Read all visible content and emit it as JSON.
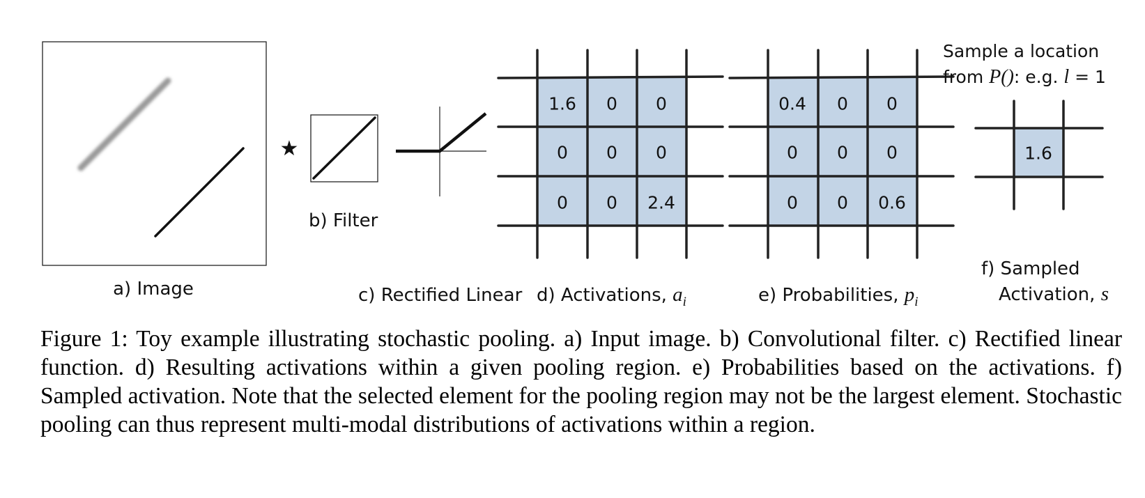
{
  "figure": {
    "panels": {
      "a": {
        "label": "a) Image"
      },
      "b": {
        "label": "b) Filter",
        "operator_symbol": "★"
      },
      "c": {
        "label": "c) Rectified Linear"
      },
      "d": {
        "label_prefix": "d) Activations, ",
        "label_var": "a",
        "label_sub": "i",
        "cells": [
          [
            "1.6",
            "0",
            "0"
          ],
          [
            "0",
            "0",
            "0"
          ],
          [
            "0",
            "0",
            "2.4"
          ]
        ]
      },
      "e": {
        "label_prefix": "e) Probabilities, ",
        "label_var": "p",
        "label_sub": "i",
        "cells": [
          [
            "0.4",
            "0",
            "0"
          ],
          [
            "0",
            "0",
            "0"
          ],
          [
            "0",
            "0",
            "0.6"
          ]
        ]
      },
      "f": {
        "label_line1": "f) Sampled",
        "label_line2_prefix": "Activation, ",
        "label_var": "s",
        "cell": "1.6",
        "note_line1": "Sample a location",
        "note_line2_prefix": "from ",
        "note_func": "P()",
        "note_mid": ": e.g.  ",
        "note_var": "l",
        "note_eq": " = 1"
      }
    }
  },
  "caption": "Figure 1: Toy example illustrating stochastic pooling. a) Input image. b) Convolutional filter. c) Rectified linear function. d) Resulting activations within a given pooling region. e) Probabilities based on the activations. f) Sampled activation. Note that the selected element for the pooling region may not be the largest element. Stochastic pooling can thus represent multi-modal distributions of activations within a region."
}
